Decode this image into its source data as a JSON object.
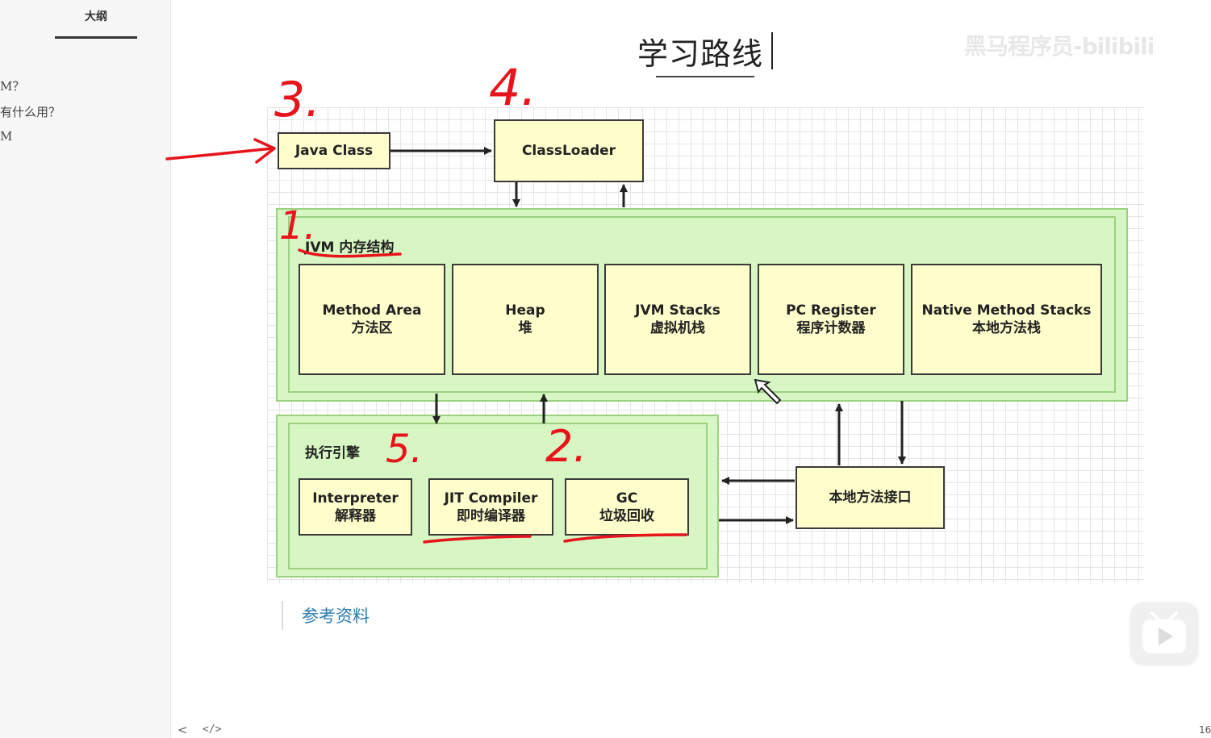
{
  "sidebar": {
    "title": "大纲",
    "items": [
      "M？",
      "有什么用？",
      "M"
    ]
  },
  "document": {
    "title": "学习路线",
    "watermark": "黑马程序员-bilibili",
    "reference_link": "参考资料"
  },
  "diagram": {
    "java_class": "Java Class",
    "class_loader": "ClassLoader",
    "jvm_memory": {
      "label": "JVM 内存结构",
      "areas": [
        {
          "en": "Method Area",
          "zh": "方法区"
        },
        {
          "en": "Heap",
          "zh": "堆"
        },
        {
          "en": "JVM Stacks",
          "zh": "虚拟机栈"
        },
        {
          "en": "PC Register",
          "zh": "程序计数器"
        },
        {
          "en": "Native Method Stacks",
          "zh": "本地方法栈"
        }
      ]
    },
    "execution_engine": {
      "label": "执行引擎",
      "components": [
        {
          "en": "Interpreter",
          "zh": "解释器"
        },
        {
          "en": "JIT Compiler",
          "zh": "即时编译器"
        },
        {
          "en": "GC",
          "zh": "垃圾回收"
        }
      ]
    },
    "native_interface": "本地方法接口"
  },
  "annotations": [
    "3.",
    "4.",
    "1.",
    "5.",
    "2."
  ],
  "footer": {
    "prev_icon": "<",
    "source_icon": "</>",
    "page_number": "16"
  },
  "colors": {
    "box_fill": "#fefdcc",
    "group_fill": "#d7f6c3",
    "group_border": "#9bd17f",
    "annotation_red": "#e8141c",
    "link_blue": "#2a7ab0"
  },
  "icons": {
    "video_button": "play-icon",
    "prev": "chevron-left-icon",
    "source": "code-icon"
  }
}
